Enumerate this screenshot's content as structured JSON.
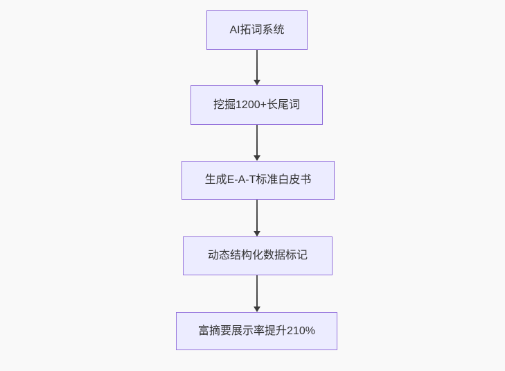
{
  "diagram": {
    "type": "flowchart-vertical",
    "nodes": [
      {
        "id": "n0",
        "label": "AI拓词系统"
      },
      {
        "id": "n1",
        "label": "挖掘1200+长尾词"
      },
      {
        "id": "n2",
        "label": "生成E-A-T标准白皮书"
      },
      {
        "id": "n3",
        "label": "动态结构化数据标记"
      },
      {
        "id": "n4",
        "label": "富摘要展示率提升210%"
      }
    ],
    "edges": [
      {
        "from": "n0",
        "to": "n1",
        "style": "arrow-down"
      },
      {
        "from": "n1",
        "to": "n2",
        "style": "arrow-down"
      },
      {
        "from": "n2",
        "to": "n3",
        "style": "arrow-down"
      },
      {
        "from": "n3",
        "to": "n4",
        "style": "arrow-down"
      }
    ],
    "colors": {
      "background": "#f9f9f9",
      "node_fill": "#ECECFF",
      "node_border": "#9370DB",
      "text": "#333333",
      "edge": "#3b3b3b"
    }
  }
}
